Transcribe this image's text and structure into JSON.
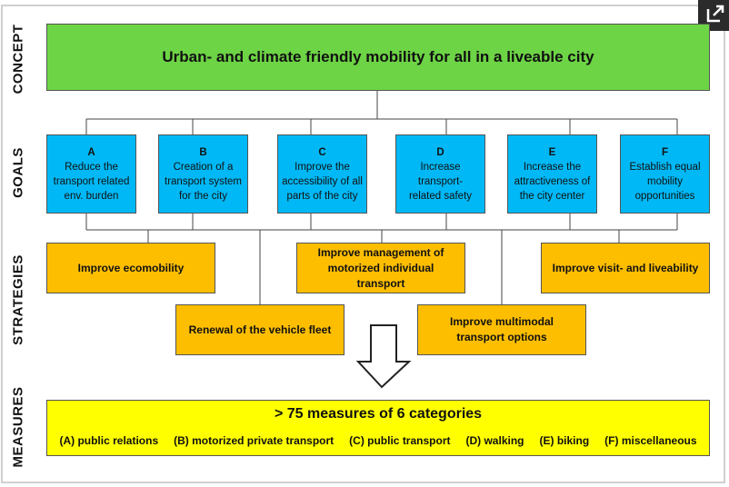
{
  "sections": {
    "concept": "CONCEPT",
    "goals": "GOALS",
    "strategies": "STRATEGIES",
    "measures": "MEASURES"
  },
  "concept": "Urban- and climate friendly mobility for all in a liveable city",
  "goals": [
    {
      "letter": "A",
      "text": "Reduce the transport related env. burden"
    },
    {
      "letter": "B",
      "text": "Creation of a transport system for the city"
    },
    {
      "letter": "C",
      "text": "Improve the accessibility of all parts of the city"
    },
    {
      "letter": "D",
      "text": "Increase transport-related safety"
    },
    {
      "letter": "E",
      "text": "Increase the attractiveness of the city center"
    },
    {
      "letter": "F",
      "text": "Establish equal mobility opportunities"
    }
  ],
  "strategies": [
    "Improve ecomobility",
    "Improve management of motorized individual transport",
    "Improve visit- and liveability",
    "Renewal of the vehicle fleet",
    "Improve multimodal transport options"
  ],
  "measures": {
    "title": "> 75 measures of 6 categories",
    "categories": [
      "(A) public relations",
      "(B) motorized private transport",
      "(C) public transport",
      "(D) walking",
      "(E) biking",
      "(F) miscellaneous"
    ]
  },
  "colors": {
    "concept": "#6dd445",
    "goals": "#00b8f5",
    "strategies": "#fdbe00",
    "measures": "#ffff00"
  }
}
